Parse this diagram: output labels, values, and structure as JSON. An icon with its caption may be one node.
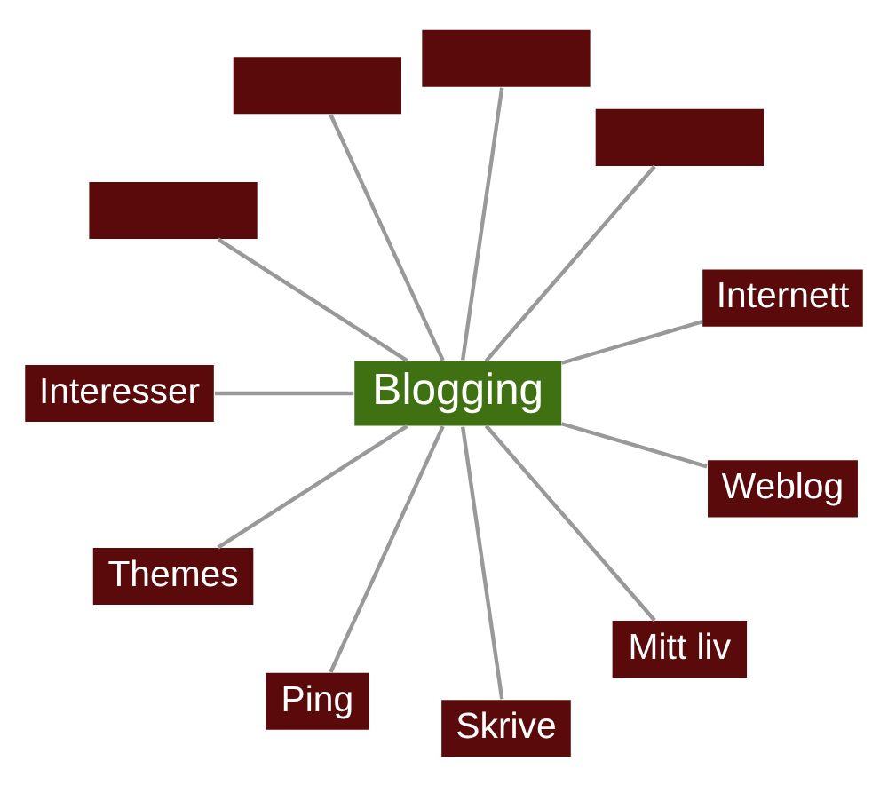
{
  "diagram": {
    "nodes": [
      {
        "text": [
          "Blogging"
        ]
      },
      {
        "text": [
          "Internett"
        ]
      },
      {
        "text": [],
        "shape": "box"
      },
      {
        "text": [],
        "shape": "box"
      },
      {
        "text": [],
        "shape": "box"
      },
      {
        "text": [],
        "shape": "box"
      },
      {
        "text": [
          "Interesser"
        ]
      },
      {
        "text": [
          "Themes"
        ]
      },
      {
        "text": [
          "Ping"
        ]
      },
      {
        "text": [
          "Skrive"
        ]
      },
      {
        "text": [
          "Mitt liv"
        ]
      },
      {
        "text": [
          "Weblog"
        ]
      }
    ],
    "edges": [
      {
        "from": 0,
        "to": 1,
        "arrow": "none"
      },
      {
        "from": 0,
        "to": 2,
        "arrow": "none"
      },
      {
        "from": 0,
        "to": 3,
        "arrow": "none"
      },
      {
        "from": 0,
        "to": 4,
        "arrow": "none"
      },
      {
        "from": 0,
        "to": 5,
        "arrow": "none"
      },
      {
        "from": 0,
        "to": 6,
        "arrow": "none"
      },
      {
        "from": 0,
        "to": 7,
        "arrow": "none"
      },
      {
        "from": 0,
        "to": 8,
        "arrow": "none"
      },
      {
        "from": 0,
        "to": 9,
        "arrow": "none"
      },
      {
        "from": 0,
        "to": 10,
        "arrow": "none"
      },
      {
        "from": 0,
        "to": 11,
        "arrow": "none"
      }
    ]
  }
}
